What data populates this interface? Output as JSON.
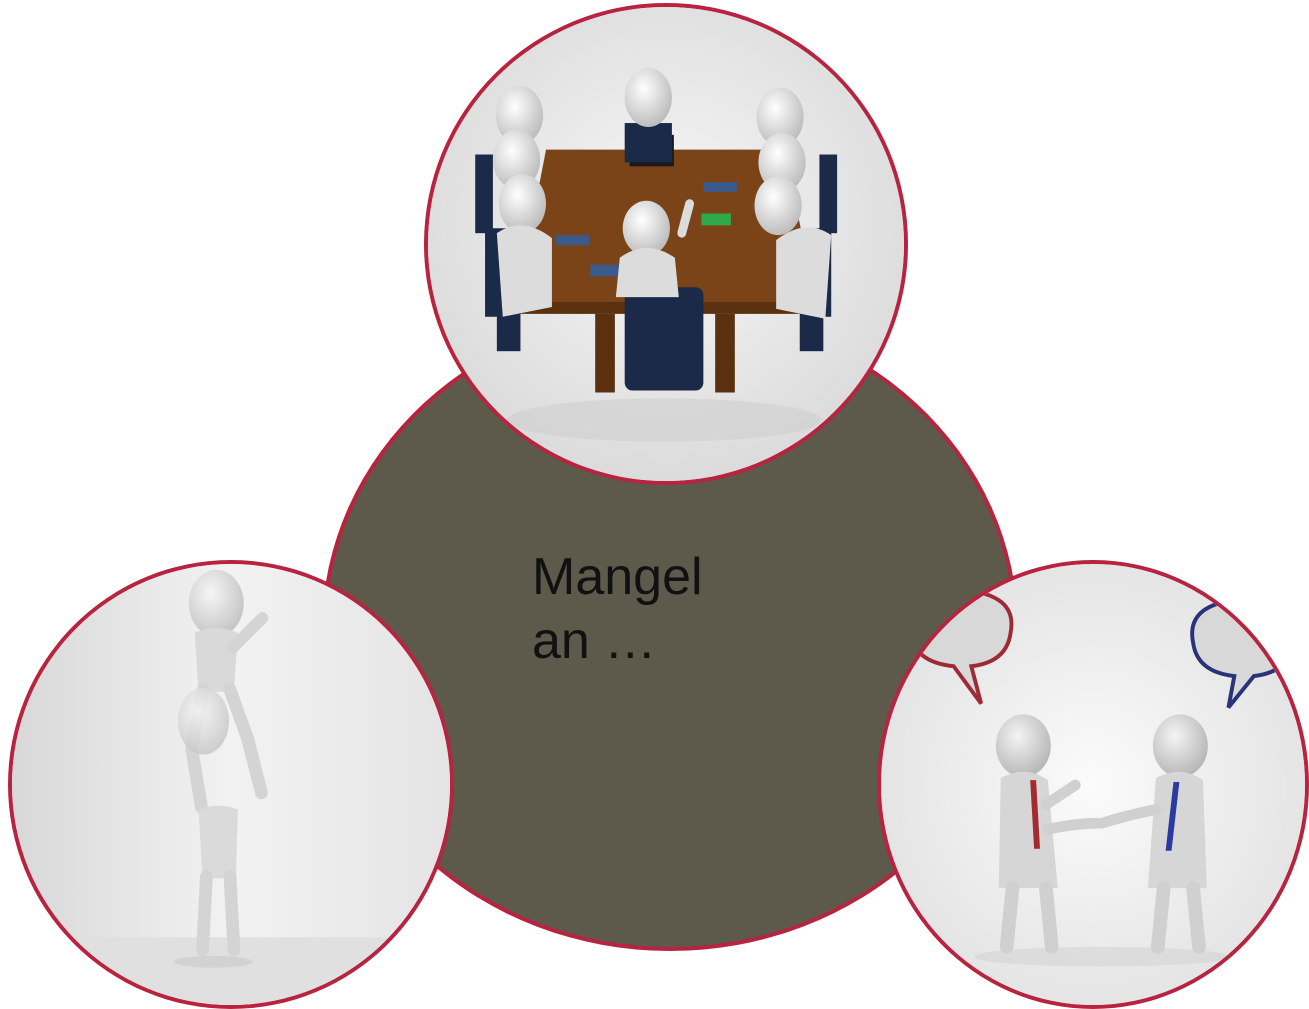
{
  "center": {
    "label": "Mangel\nan …",
    "fill_color": "#5d594b"
  },
  "accent_color": "#b8233f",
  "images": [
    {
      "name": "meeting-table"
    },
    {
      "name": "climbing-figures"
    },
    {
      "name": "conversation-handshake"
    }
  ]
}
